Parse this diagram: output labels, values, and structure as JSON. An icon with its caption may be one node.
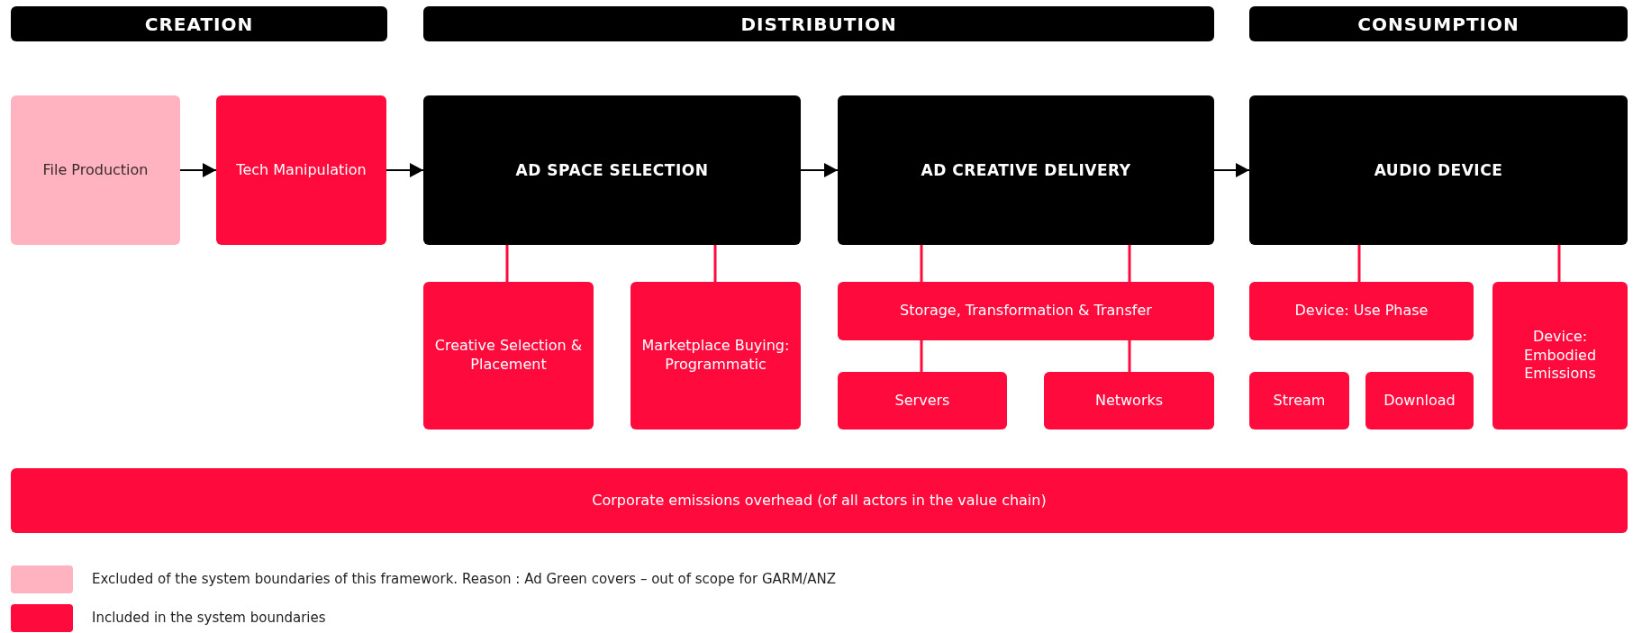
{
  "diagram": {
    "nodes": [
      {
        "text": [
          "CREATION"
        ]
      },
      {
        "text": [
          "DISTRIBUTION"
        ]
      },
      {
        "text": [
          "CONSUMPTION"
        ]
      },
      {
        "text": [
          "File Production"
        ]
      },
      {
        "text": [
          "Tech Manipulation"
        ]
      },
      {
        "text": [
          "AD SPACE SELECTION"
        ]
      },
      {
        "text": [
          "AD CREATIVE DELIVERY"
        ]
      },
      {
        "text": [
          "AUDIO DEVICE"
        ]
      },
      {
        "text": [
          "Creative Selection & Placement"
        ]
      },
      {
        "text": [
          "Marketplace Buying: Programmatic"
        ]
      },
      {
        "text": [
          "Storage, Transformation & Transfer"
        ]
      },
      {
        "text": [
          "Servers"
        ]
      },
      {
        "text": [
          "Networks"
        ]
      },
      {
        "text": [
          "Device: Use Phase"
        ]
      },
      {
        "text": [
          "Stream"
        ]
      },
      {
        "text": [
          "Download"
        ]
      },
      {
        "text": [
          "Device: Embodied Emissions"
        ]
      },
      {
        "text": [
          "Corporate emissions overhead (of all actors in the value chain)"
        ]
      }
    ],
    "edges": [
      {
        "from": 3,
        "to": 4,
        "arrow": "to",
        "color": "#000000"
      },
      {
        "from": 4,
        "to": 5,
        "arrow": "to",
        "color": "#000000"
      },
      {
        "from": 5,
        "to": 6,
        "arrow": "to",
        "color": "#000000"
      },
      {
        "from": 6,
        "to": 7,
        "arrow": "to",
        "color": "#000000"
      },
      {
        "from": 5,
        "to": 8,
        "arrow": "none"
      },
      {
        "from": 5,
        "to": 9,
        "arrow": "none"
      },
      {
        "from": 6,
        "to": 10,
        "arrow": "none"
      },
      {
        "from": 6,
        "to": 10,
        "arrow": "none"
      },
      {
        "from": 10,
        "to": 11,
        "arrow": "none"
      },
      {
        "from": 10,
        "to": 12,
        "arrow": "none"
      },
      {
        "from": 7,
        "to": 13,
        "arrow": "none"
      },
      {
        "from": 7,
        "to": 16,
        "arrow": "none"
      }
    ],
    "legend": [
      {
        "text": "Excluded of the system boundaries of this framework. Reason : Ad Green covers – out of scope for GARM/ANZ",
        "color": "#ffb3c1"
      },
      {
        "text": "Included in the system boundaries",
        "color": "#ff0a3c"
      }
    ]
  }
}
